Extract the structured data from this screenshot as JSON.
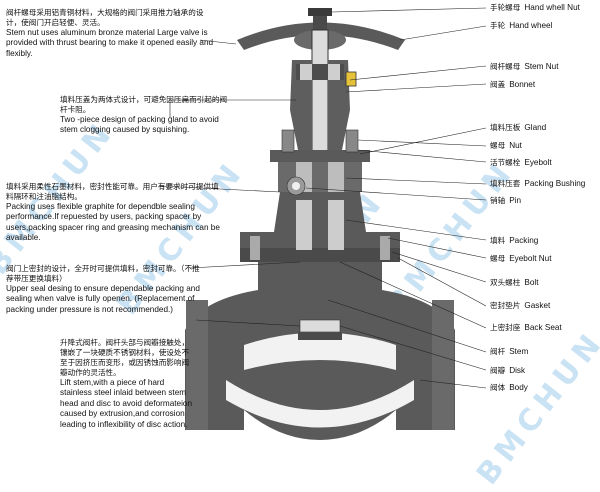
{
  "watermark": "BMCHUN",
  "notes": [
    {
      "id": "stem-nut",
      "cn": "阀杆螺母采用铝青铜材料，大规格的阀门采用推力轴承的设计，使阀门开启轻便、灵活。",
      "en": "Stem nut uses aluminum bronze material Large valve is provided with thrust bearing to make it opened easily and flexibly."
    },
    {
      "id": "gland",
      "cn": "填料压盖为两体式设计，可避免因压扁而引起的阀杆卡阻。",
      "en": "Two -piece design of packing gland to avoid stem clogging caused by squishing."
    },
    {
      "id": "packing",
      "cn": "填料采用柔性石墨材料，密封性能可靠。用户有要求时可提供填料隔环和注油脂结构。",
      "en": "Packing uses flexible graphite for dependble sealing performance.If repuested by users, packing spacer by users,packing spacer ring and greasing mechanism can be available."
    },
    {
      "id": "upper-seal",
      "cn": "阀门上密封的设计，全开时可提供填料，密封可靠。（不推荐带压更换填料）",
      "en": "Upper seal desing to ensure dependable packing and sealing when valve is fully openen. (Replacement of packing under pressure is not recommended.)"
    },
    {
      "id": "lift-stem",
      "cn": "升降式阀杆。阀杆头部与阀瓣接触处，镶嵌了一块硬质不锈钢材料，使设处不至于因挤压而变形，或因锈蚀而影响阀瓣动作的灵活性。",
      "en": "Lift stem,with a piece of hard stainless steel inlaid between stem head and disc to avoid deformateion caused by extrusion,and corrosion leading to inflexibility of disc action."
    }
  ],
  "callouts": [
    {
      "id": "handwheel-nut",
      "cn": "手轮螺母",
      "en": "Hand whell Nut"
    },
    {
      "id": "handwheel",
      "cn": "手轮",
      "en": "Hand wheel"
    },
    {
      "id": "stem-nut",
      "cn": "阀杆螺母",
      "en": "Stem Nut"
    },
    {
      "id": "bonnet",
      "cn": "阀盖",
      "en": "Bonnet"
    },
    {
      "id": "gland",
      "cn": "填料压板",
      "en": "Gland"
    },
    {
      "id": "nut",
      "cn": "螺母",
      "en": "Nut"
    },
    {
      "id": "eyebolt",
      "cn": "活节螺栓",
      "en": "Eyebolt"
    },
    {
      "id": "packing-bushing",
      "cn": "填料压套",
      "en": "Packing Bushing"
    },
    {
      "id": "pin",
      "cn": "销轴",
      "en": "Pin"
    },
    {
      "id": "packing",
      "cn": "填料",
      "en": "Packing"
    },
    {
      "id": "eyebolt-nut",
      "cn": "螺母",
      "en": "Eyebolt Nut"
    },
    {
      "id": "bolt",
      "cn": "双头螺柱",
      "en": "Bolt"
    },
    {
      "id": "gasket",
      "cn": "密封垫片",
      "en": "Gasket"
    },
    {
      "id": "back-seat",
      "cn": "上密封座",
      "en": "Back Seat"
    },
    {
      "id": "stem",
      "cn": "阀杆",
      "en": "Stem"
    },
    {
      "id": "disk",
      "cn": "阀瓣",
      "en": "Disk"
    },
    {
      "id": "body",
      "cn": "阀体",
      "en": "Body"
    }
  ],
  "colors": {
    "metal": "#5a5a5a",
    "metal_light": "#9a9a9a",
    "stem": "#d8d8d8",
    "watermark": "#6bb0e0",
    "line": "#222222"
  }
}
